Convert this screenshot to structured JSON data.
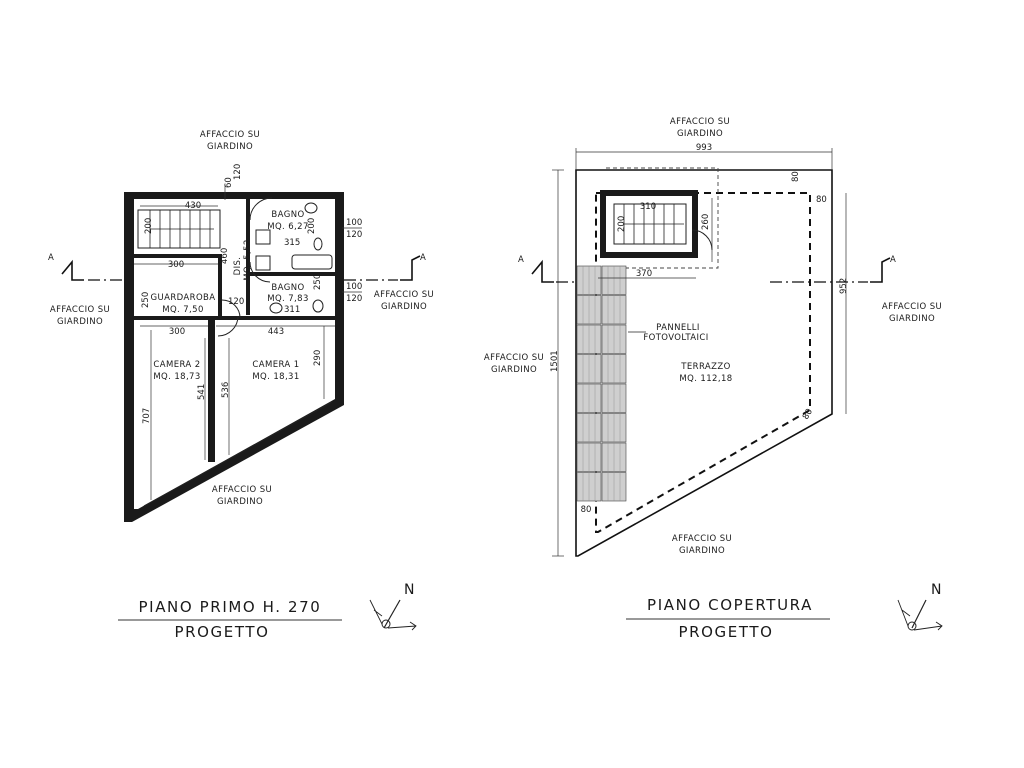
{
  "drawings": {
    "first_floor": {
      "title": "PIANO PRIMO H. 270",
      "subtitle": "PROGETTO",
      "north": "N",
      "section_mark": "A",
      "views": {
        "top_line1": "AFFACCIO SU",
        "top_line2": "GIARDINO",
        "left_line1": "AFFACCIO SU",
        "left_line2": "GIARDINO",
        "right_line1": "AFFACCIO SU",
        "right_line2": "GIARDINO",
        "bottom_line1": "AFFACCIO SU",
        "bottom_line2": "GIARDINO"
      },
      "rooms": {
        "bagno1_name": "BAGNO",
        "bagno1_area": "MQ. 6,27",
        "dis_name": "DIS.",
        "dis_area": "MQ. 5,52",
        "bagno2_name": "BAGNO",
        "bagno2_area": "MQ. 7,83",
        "guardaroba_name": "GUARDAROBA",
        "guardaroba_area": "MQ. 7,50",
        "camera2_name": "CAMERA 2",
        "camera2_area": "MQ. 18,73",
        "camera1_name": "CAMERA 1",
        "camera1_area": "MQ. 18,31"
      },
      "dimensions": {
        "d430": "430",
        "d60": "60",
        "d120a": "120",
        "d200a": "200",
        "d200b": "200",
        "d100a": "100",
        "d120b": "120",
        "d315": "315",
        "d460": "460",
        "d300a": "300",
        "d250a": "250",
        "d250b": "250",
        "d100b": "100",
        "d120c": "120",
        "d120d": "120",
        "d311": "311",
        "d300b": "300",
        "d443": "443",
        "d290": "290",
        "d541": "541",
        "d536": "536",
        "d707": "707"
      }
    },
    "roof": {
      "title": "PIANO COPERTURA",
      "subtitle": "PROGETTO",
      "north": "N",
      "section_mark": "A",
      "views": {
        "top_line1": "AFFACCIO SU",
        "top_line2": "GIARDINO",
        "left_line1": "AFFACCIO SU",
        "left_line2": "GIARDINO",
        "right_line1": "AFFACCIO SU",
        "right_line2": "GIARDINO",
        "bottom_line1": "AFFACCIO SU",
        "bottom_line2": "GIARDINO"
      },
      "labels": {
        "panels_line1": "PANNELLI",
        "panels_line2": "FOTOVOLTAICI",
        "terrace_name": "TERRAZZO",
        "terrace_area": "MQ. 112,18"
      },
      "dimensions": {
        "d993": "993",
        "d80a": "80",
        "d80b": "80",
        "d310": "310",
        "d260": "260",
        "d200": "200",
        "d370": "370",
        "d952": "952",
        "d1501": "1501",
        "d80c": "80",
        "d80d": "80"
      }
    }
  }
}
